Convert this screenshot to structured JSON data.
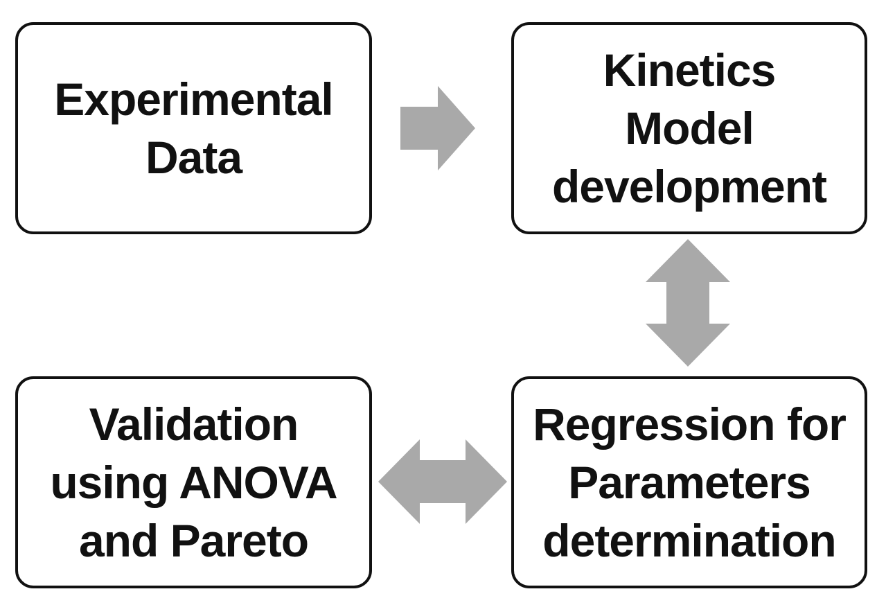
{
  "colors": {
    "box_border": "#111111",
    "text": "#111111",
    "arrow": "#a9a9a9"
  },
  "boxes": {
    "experimental": {
      "lines": [
        "Experimental",
        "Data"
      ]
    },
    "kinetics": {
      "lines": [
        "Kinetics",
        "Model",
        "development"
      ]
    },
    "validation": {
      "lines": [
        "Validation",
        "using ANOVA",
        "and Pareto"
      ]
    },
    "regression": {
      "lines": [
        "Regression for",
        "Parameters",
        "determination"
      ]
    }
  },
  "arrows": {
    "experimental_to_kinetics": {
      "icon": "right-arrow-icon"
    },
    "kinetics_regression": {
      "icon": "vertical-double-arrow-icon"
    },
    "validation_regression": {
      "icon": "horizontal-double-arrow-icon"
    }
  }
}
